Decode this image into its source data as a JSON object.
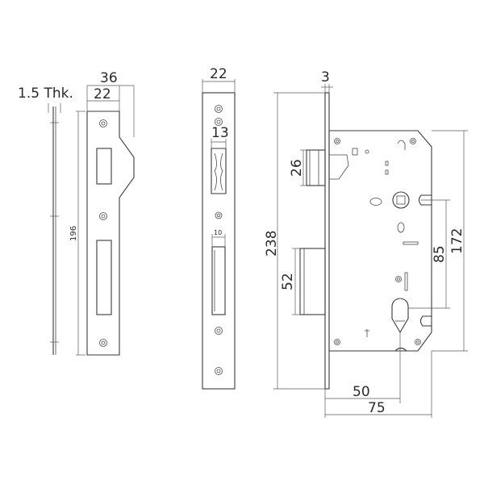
{
  "dimensions": {
    "strike_thickness": "1.5 Thk.",
    "strike_width_total": "36",
    "strike_width_plate": "22",
    "strike_height": "196",
    "faceplate_width": "22",
    "latch_width": "13",
    "deadbolt_width": "10",
    "faceplate_thickness": "3",
    "total_height": "238",
    "latch_height": "26",
    "deadbolt_height": "52",
    "handle_to_cylinder": "85",
    "case_height": "172",
    "cylinder_backset": "50",
    "handle_backset": "75"
  }
}
